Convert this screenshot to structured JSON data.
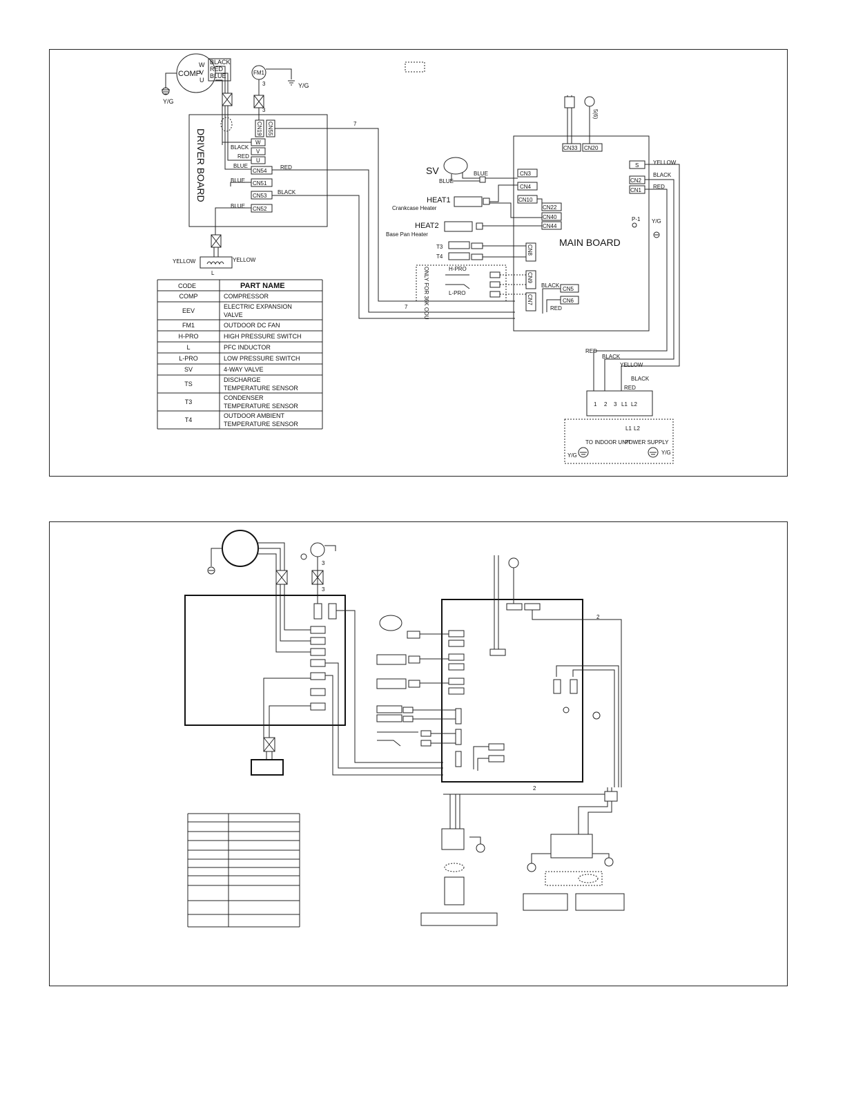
{
  "diagram1": {
    "comp": {
      "label": "COMP",
      "pins": [
        "W",
        "V",
        "U"
      ],
      "wires": [
        "BLACK",
        "RED",
        "BLUE"
      ]
    },
    "fan": {
      "label": "FM1",
      "count": "3"
    },
    "ground_yg": "Y/G",
    "driver_board": {
      "title": "DRIVER BOARD",
      "connectors": [
        "CN19",
        "CN55",
        "W",
        "V",
        "U",
        "CN54",
        "CN51",
        "CN53",
        "CN52"
      ],
      "wire_labels": [
        "BLACK",
        "RED",
        "BLUE",
        "BLUE",
        "BLUE",
        "RED",
        "BLACK"
      ]
    },
    "pfc": {
      "label": "L",
      "wires": [
        "YELLOW",
        "YELLOW"
      ]
    },
    "main_board": {
      "title": "MAIN  BOARD",
      "connectors_top": [
        "CN33",
        "CN20"
      ],
      "connectors_left": [
        "CN3",
        "CN4",
        "CN10",
        "CN22",
        "CN40",
        "CN44",
        "CN8",
        "CN9",
        "CN7"
      ],
      "connectors_right": [
        "S",
        "CN2",
        "CN1",
        "CN5",
        "CN6"
      ],
      "p1": "P-1",
      "p1_gnd": "Y/G",
      "right_wires": [
        "YELLOW",
        "BLACK",
        "RED"
      ],
      "low_wires": [
        "BLACK",
        "RED"
      ]
    },
    "sv": {
      "label": "SV",
      "wires": [
        "BLUE",
        "BLUE"
      ]
    },
    "heat1": {
      "label": "HEAT1",
      "desc": "Crankcase Heater"
    },
    "heat2": {
      "label": "HEAT2",
      "desc": "Base Pan Heater"
    },
    "sensors": [
      "T3",
      "T4"
    ],
    "switches": {
      "hpro": "H-PRO",
      "lpro": "L-PRO",
      "note": "ONLY FOR 36K ODU"
    },
    "count_7": "7",
    "count_5": "5(6)",
    "terminal": {
      "wires": [
        "RED",
        "BLACK",
        "YELLOW",
        "BLACK",
        "RED"
      ],
      "terms": [
        "1",
        "2",
        "3",
        "L1",
        "L2"
      ],
      "to_indoor": "TO INDOOR UNIT",
      "power": "POWER SUPPLY",
      "l1": "L1",
      "l2": "L2",
      "gnd_left": "Y/G",
      "gnd_right": "Y/G"
    },
    "table": {
      "headers": [
        "CODE",
        "PART NAME"
      ],
      "rows": [
        {
          "code": "COMP",
          "name": [
            "COMPRESSOR"
          ]
        },
        {
          "code": "EEV",
          "name": [
            "ELECTRIC EXPANSION",
            "VALVE"
          ]
        },
        {
          "code": "FM1",
          "name": [
            "OUTDOOR DC  FAN"
          ]
        },
        {
          "code": "H-PRO",
          "name": [
            "HIGH PRESSURE SWITCH"
          ]
        },
        {
          "code": "L",
          "name": [
            "PFC INDUCTOR"
          ]
        },
        {
          "code": "L-PRO",
          "name": [
            "LOW PRESSURE SWITCH"
          ]
        },
        {
          "code": "SV",
          "name": [
            "4-WAY VALVE"
          ]
        },
        {
          "code": "TS",
          "name": [
            "DISCHARGE",
            "TEMPERATURE SENSOR"
          ]
        },
        {
          "code": "T3",
          "name": [
            "CONDENSER",
            "TEMPERATURE SENSOR"
          ]
        },
        {
          "code": "T4",
          "name": [
            "OUTDOOR AMBIENT",
            "TEMPERATURE SENSOR"
          ]
        }
      ]
    }
  },
  "diagram2": {
    "fan_count": "3",
    "count_2": "2",
    "table_rows": 11
  }
}
